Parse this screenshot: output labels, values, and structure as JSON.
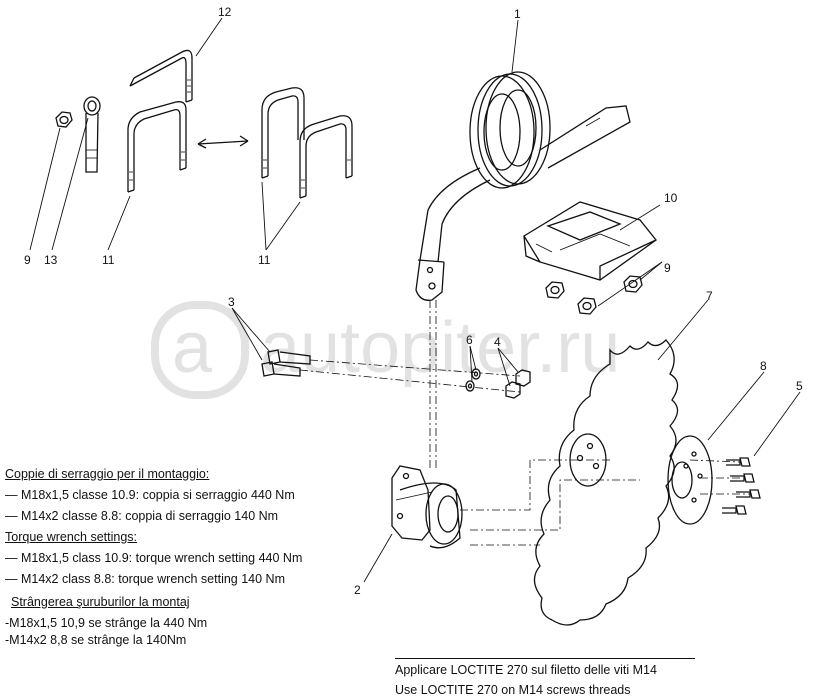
{
  "watermark": {
    "text": "autopiter.ru"
  },
  "callouts": {
    "c1": "1",
    "c2": "2",
    "c3": "3",
    "c4": "4",
    "c5": "5",
    "c6": "6",
    "c7": "7",
    "c8": "8",
    "c9a": "9",
    "c9b": "9",
    "c10": "10",
    "c11a": "11",
    "c11b": "11",
    "c12": "12",
    "c13": "13"
  },
  "notes": {
    "it_header": "Coppie di serraggio per il montaggio:",
    "it_line1": "— M18x1,5 classe 10.9: coppia si serraggio 440 Nm",
    "it_line2": "— M14x2 classe 8.8: coppia di serraggio 140 Nm",
    "en_header": "Torque wrench settings:",
    "en_line1": "— M18x1,5 class 10.9: torque wrench setting 440 Nm",
    "en_line2": "— M14x2 class 8.8: torque wrench setting 140 Nm",
    "ro_header": "Strângerea şuruburilor la montaj",
    "ro_line1": "-M18x1,5 10,9 se strânge la 440 Nm",
    "ro_line2": "-M14x2 8,8 se strânge la 140Nm"
  },
  "loctite": {
    "it": "Applicare LOCTITE 270 sul filetto delle viti M14",
    "en": "Use LOCTITE 270 on M14 screws threads"
  }
}
